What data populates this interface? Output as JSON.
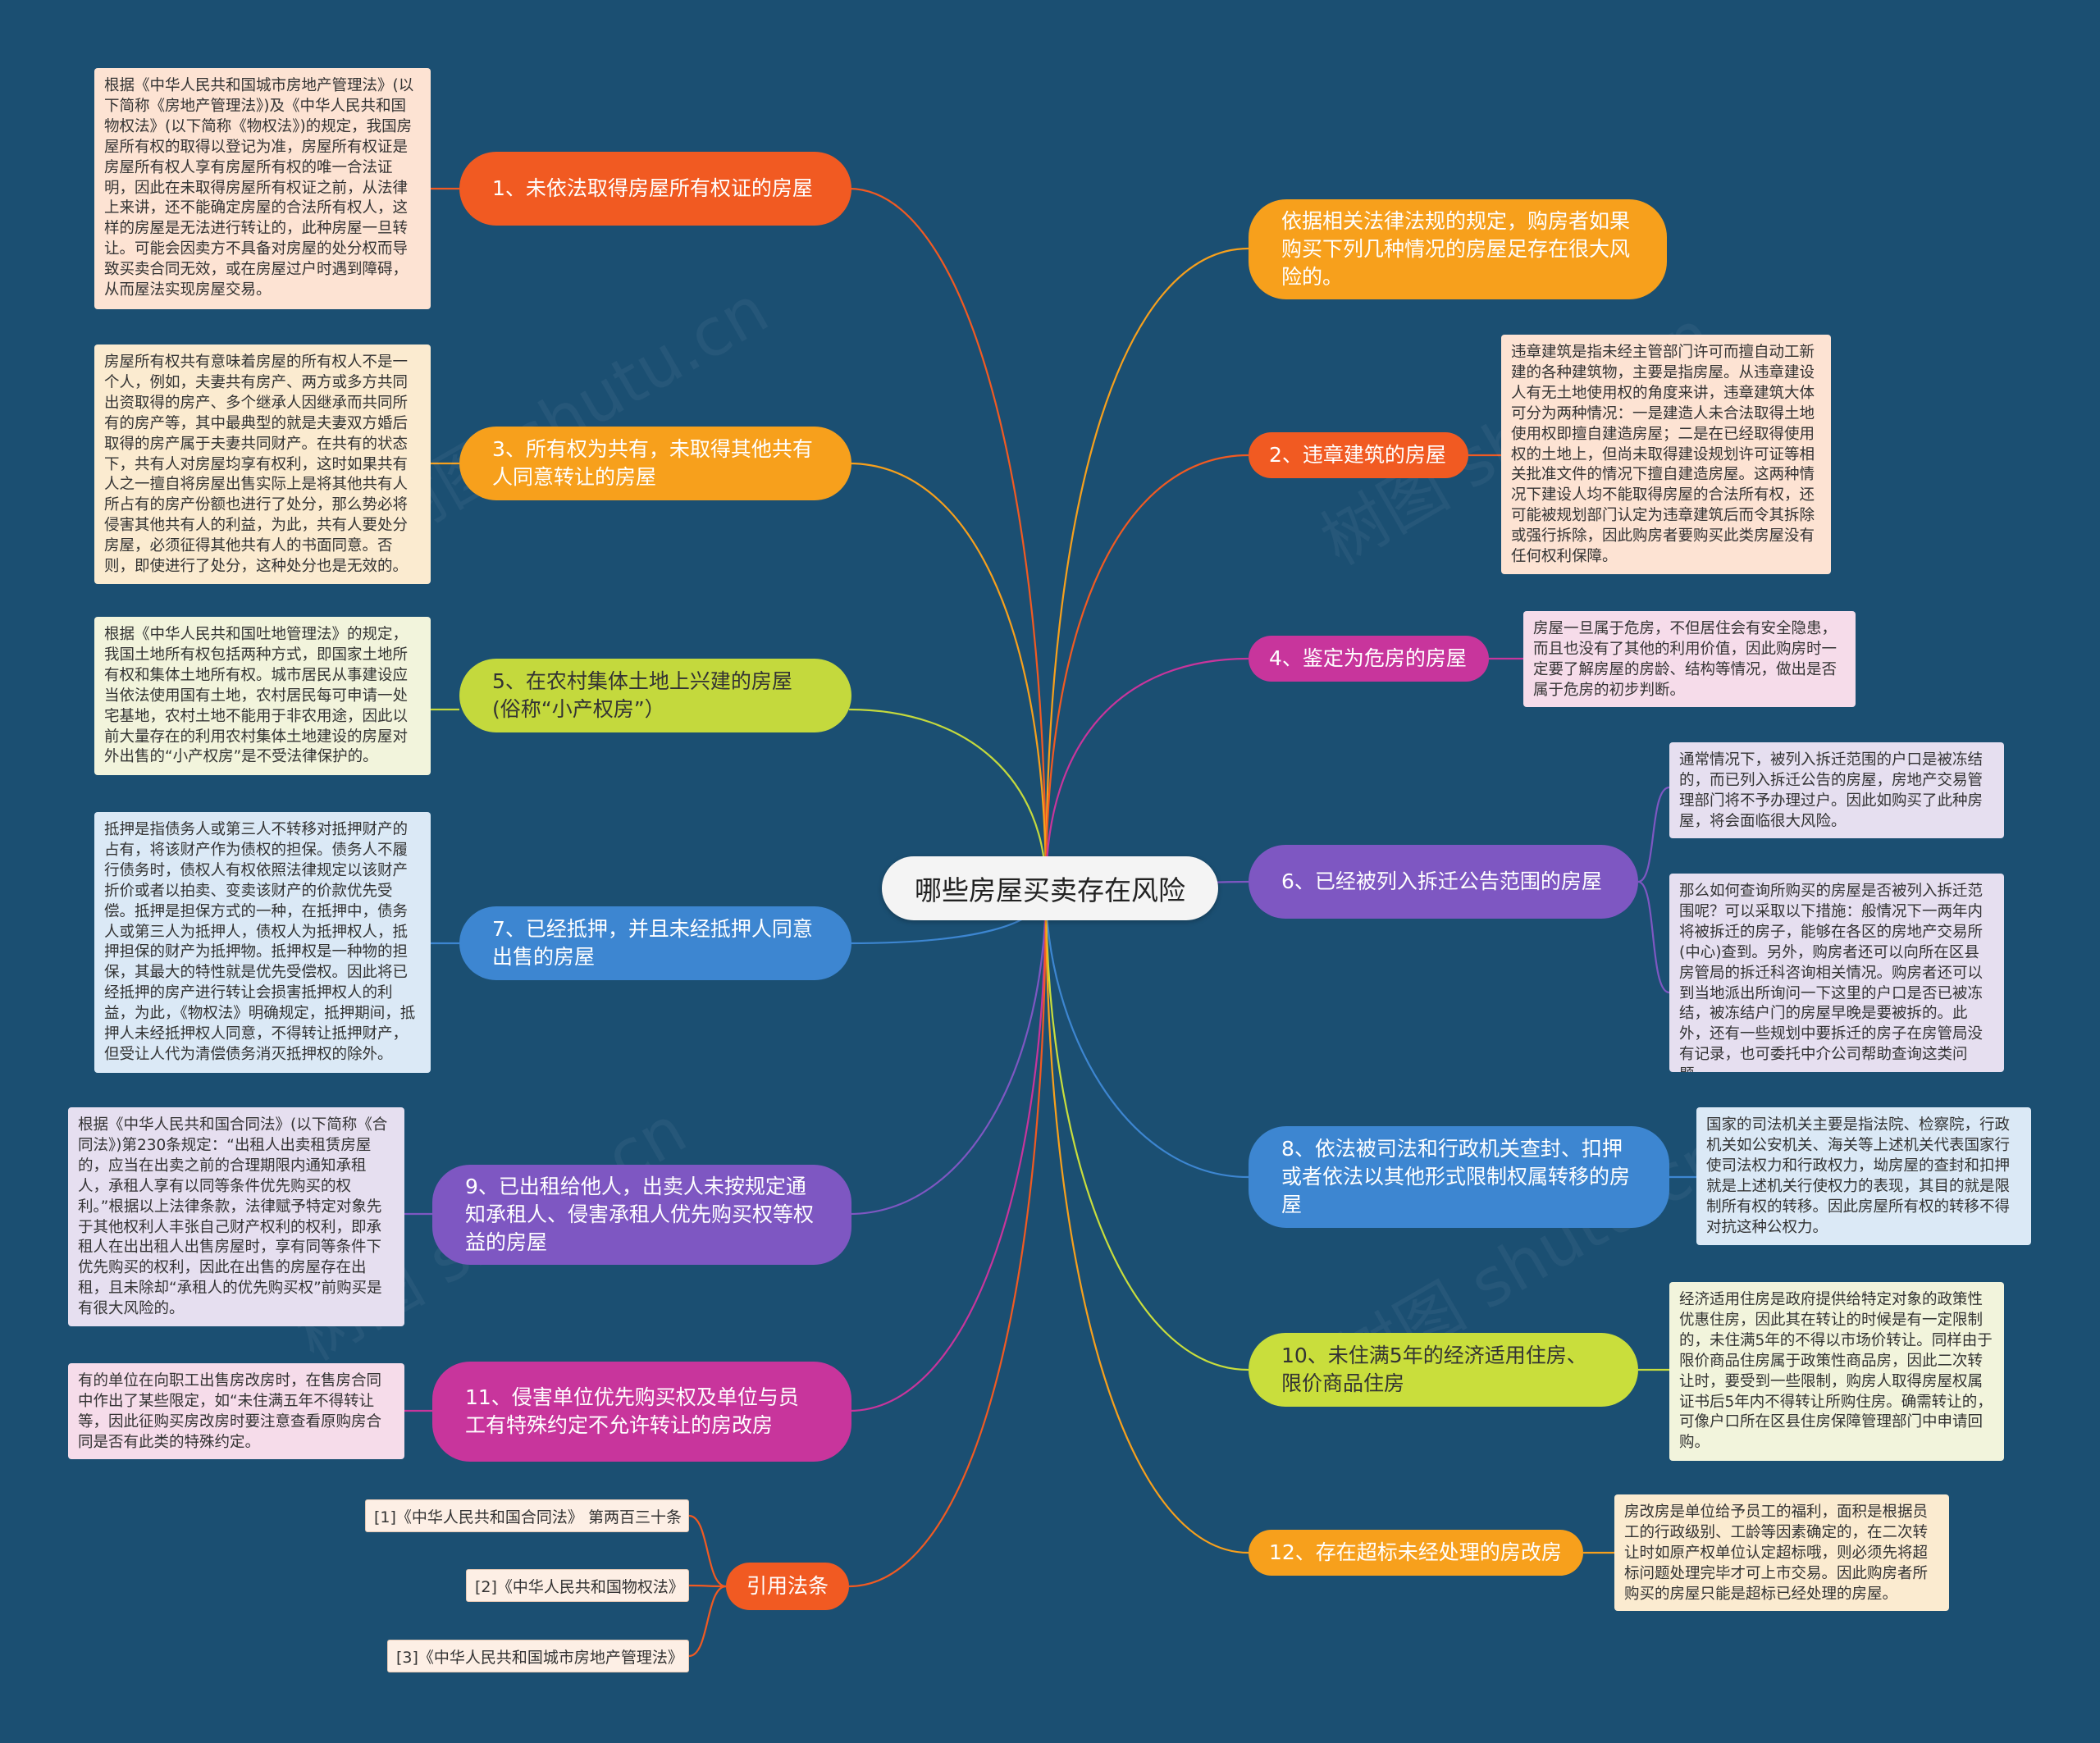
{
  "colors": {
    "background": "#1b4f72",
    "red_orange": "#f15a22",
    "orange": "#f7a01c",
    "yellow_green": "#c4d93d",
    "blue": "#3d86d1",
    "purple": "#7e57c2",
    "magenta": "#c8359c",
    "lime": "#c9de3c"
  },
  "root": {
    "label": "哪些房屋买卖存在风险"
  },
  "watermarks": [
    "树图 shutu.cn",
    "树图 shutu.cn",
    "树图 shutu.cn",
    "树图 shutu.cn"
  ],
  "topics": {
    "t1": {
      "label": "1、未依法取得房屋所有权证的房屋"
    },
    "t3": {
      "label": "3、所有权为共有，未取得其他共有人同意转让的房屋"
    },
    "t5": {
      "label": "5、在农村集体土地上兴建的房屋(俗称“小产权房”）"
    },
    "t7": {
      "label": "7、已经抵押，并且未经抵押人同意出售的房屋"
    },
    "t9": {
      "label": "9、已出租给他人，出卖人未按规定通知承租人、侵害承租人优先购买权等权益的房屋"
    },
    "t11": {
      "label": "11、侵害单位优先购买权及单位与员工有特殊约定不允许转让的房改房"
    },
    "law": {
      "label": "引用法条"
    },
    "intro": {
      "label": "依据相关法律法规的规定，购房者如果购买下列几种情况的房屋足存在很大风险的。"
    },
    "t2": {
      "label": "2、违章建筑的房屋"
    },
    "t4": {
      "label": "4、鉴定为危房的房屋"
    },
    "t6": {
      "label": "6、已经被列入拆迁公告范围的房屋"
    },
    "t8": {
      "label": "8、依法被司法和行政机关查封、扣押或者依法以其他形式限制权属转移的房屋"
    },
    "t10": {
      "label": "10、未住满5年的经济适用住房、限价商品住房"
    },
    "t12": {
      "label": "12、存在超标未经处理的房改房"
    }
  },
  "notes": {
    "n1": "根据《中华人民共和国城市房地产管理法》(以下简称《房地产管理法》)及《中华人民共和国物权法》(以下简称《物权法》)的规定，我国房屋所有权的取得以登记为准，房屋所有权证是房屋所有权人享有房屋所有权的唯一合法证明，因此在未取得房屋所有权证之前，从法律上来讲，还不能确定房屋的合法所有权人，这样的房屋是无法进行转让的，此种房屋一旦转让。可能会因卖方不具备对房屋的处分权而导致买卖合同无效，或在房屋过户时遇到障碍，从而屋法实现房屋交易。",
    "n3": "房屋所有权共有意味着房屋的所有权人不是一个人，例如，夫妻共有房产、两方或多方共同出资取得的房产、多个继承人因继承而共同所有的房产等，其中最典型的就是夫妻双方婚后取得的房产属于夫妻共同财产。在共有的状态下，共有人对房屋均享有权利，这时如果共有人之一擅自将房屋出售实际上是将其他共有人所占有的房产份额也进行了处分，那么势必将侵害其他共有人的利益，为此，共有人要处分房屋，必须征得其他共有人的书面同意。否则，即使进行了处分，这种处分也是无效的。",
    "n5": "根据《中华人民共和国吐地管理法》的规定，我国土地所有权包括两种方式，即国家土地所有权和集体土地所有权。城市居民从事建设应当依法使用国有土地，农村居民每可申请一处宅基地，农村土地不能用于非农用途，因此以前大量存在的利用农村集体土地建设的房屋对外出售的“小产权房”是不受法律保护的。",
    "n7": "抵押是指债务人或第三人不转移对抵押财产的占有，将该财产作为债权的担保。债务人不履行债务时，债权人有权依照法律规定以该财产折价或者以拍卖、变卖该财产的价款优先受偿。抵押是担保方式的一种，在抵押中，债务人或第三人为抵押人，债权人为抵押权人，抵押担保的财产为抵押物。抵押权是一种物的担保，其最大的特性就是优先受偿权。因此将已经抵押的房产进行转让会损害抵押权人的利益，为此，《物权法》明确规定，抵押期间，抵押人未经抵押权人同意，不得转让抵押财产，但受让人代为清偿债务消灭抵押权的除外。",
    "n9": "根据《中华人民共和国合同法》(以下简称《合同法》)第230条规定：“出租人出卖租赁房屋的，应当在出卖之前的合理期限内通知承租人，承租人享有以同等条件优先购买的权利。”根据以上法律条款，法律赋予特定对象先于其他权利人丰张自己财产权利的权利，即承租人在出出租人出售房屋时，享有同等条件下优先购买的权利，因此在出售的房屋存在出租，且未除却“承租人的优先购买权”前购买是有很大风险的。",
    "n11": "有的单位在向职工出售房改房时，在售房合同中作出了某些限定，如“未住满五年不得转让等，因此征购买房改房时要注意查看原购房合同是否有此类的特殊约定。",
    "n2": "违章建筑是指未经主管部门许可而擅自动工新建的各种建筑物，主要是指房屋。从违章建设人有无土地使用权的角度来讲，违章建筑大体可分为两种情况：一是建造人未合法取得土地使用权即擅自建造房屋；二是在已经取得使用权的土地上，但尚未取得建设规划许可证等相关批准文件的情况下擅自建造房屋。这两种情况下建设人均不能取得房屋的合法所有权，还可能被规划部门认定为违章建筑后而令其拆除或强行拆除，因此购房者要购买此类房屋没有任何权利保障。",
    "n4": "房屋一旦属于危房，不但居住会有安全隐患，而且也没有了其他的利用价值，因此购房时一定要了解房屋的房龄、结构等情况，做出是否属于危房的初步判断。",
    "n6a": "通常情况下，被列入拆迁范围的户口是被冻结的，而已列入拆迁公告的房屋，房地产交易管理部门将不予办理过户。因此如购买了此种房屋，将会面临很大风险。",
    "n6b": "那么如何查询所购买的房屋是否被列入拆迁范围呢？可以采取以下措施：般情况下一两年内将被拆迁的房子，能够在各区的房地产交易所(中心)查到。另外，购房者还可以向所在区县房管局的拆迁科咨询相关情况。购房者还可以到当地派出所询问一下这里的户口是否已被冻结，被冻结户门的房屋早晚是要被拆的。此外，还有一些规划中要拆迁的房子在房管局没有记录，也可委托中介公司帮助查询这类问题。",
    "n8": "国家的司法机关主要是指法院、检察院，行政机关如公安机关、海关等上述机关代表国家行使司法权力和行政权力，坳房屋的查封和扣押就是上述机关行使权力的表现，其目的就是限制所有权的转移。因此房屋所有权的转移不得对抗这种公权力。",
    "n10": "经济适用住房是政府提供给特定对象的政策性优惠住房，因此其在转让的时候是有一定限制的，未住满5年的不得以市场价转让。同样由于限价商品住房属于政策性商品房，因此二次转让时，要受到一些限制，购房人取得房屋权属证书后5年内不得转让所购住房。确需转让的，可像户口所在区县住房保障管理部门中申请回购。",
    "n12": "房改房是单位给予员工的福利，面积是根据员工的行政级别、工龄等因素确定的，在二次转让时如原产权单位认定超标哦，则必须先将超标问题处理完毕才可上市交易。因此购房者所购买的房屋只能是超标已经处理的房屋。"
  },
  "references": [
    "[1]《中华人民共和国合同法》 第两百三十条",
    "[2]《中华人民共和国物权法》",
    "[3]《中华人民共和国城市房地产管理法》"
  ]
}
